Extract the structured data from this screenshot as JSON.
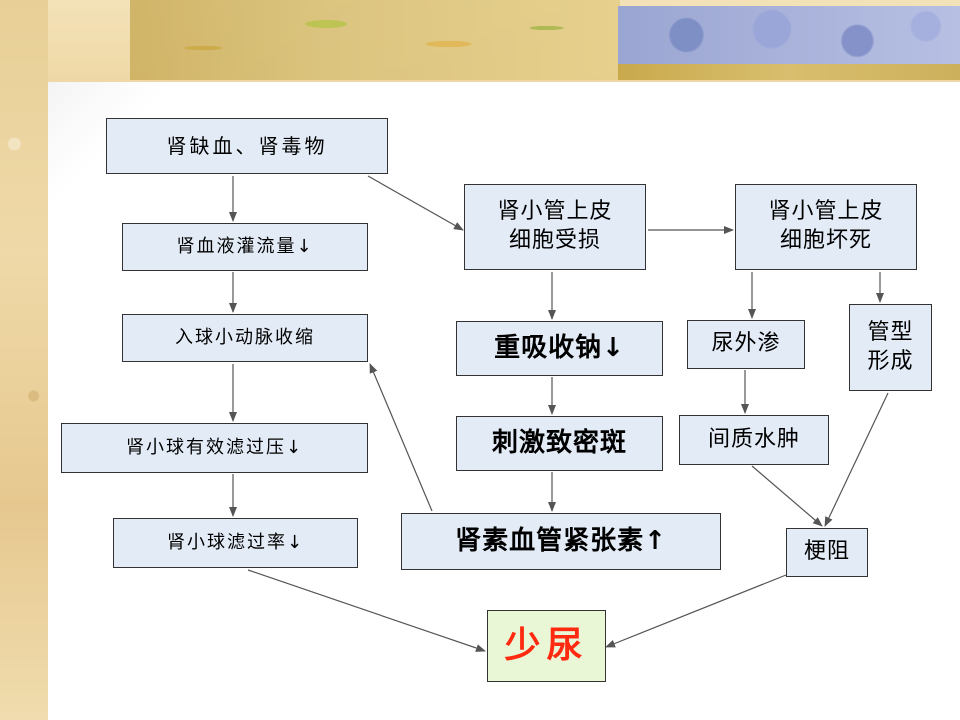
{
  "nodes": {
    "ischemia_toxin": "肾缺血、肾毒物",
    "renal_perfusion": "肾血液灌流量↓",
    "afferent_constrict": "入球小动脉收缩",
    "glomerular_pressure": "肾小球有效滤过压↓",
    "gfr": "肾小球滤过率↓",
    "tubular_injury": "肾小管上皮\n细胞受损",
    "tubular_necrosis": "肾小管上皮\n细胞坏死",
    "sodium_reabsorption": "重吸收钠↓",
    "macula_densa": "刺激致密斑",
    "renin_angiotensin": "肾素血管紧张素↑",
    "urine_leak": "尿外渗",
    "interstitial_edema": "间质水肿",
    "cast_formation": "管型\n形成",
    "obstruction": "梗阻",
    "oliguria": "少尿"
  },
  "colors": {
    "box_fill": "#e3ebf6",
    "result_fill": "#eaf7d6",
    "result_text": "#ff2a10",
    "arrow": "#555555"
  }
}
